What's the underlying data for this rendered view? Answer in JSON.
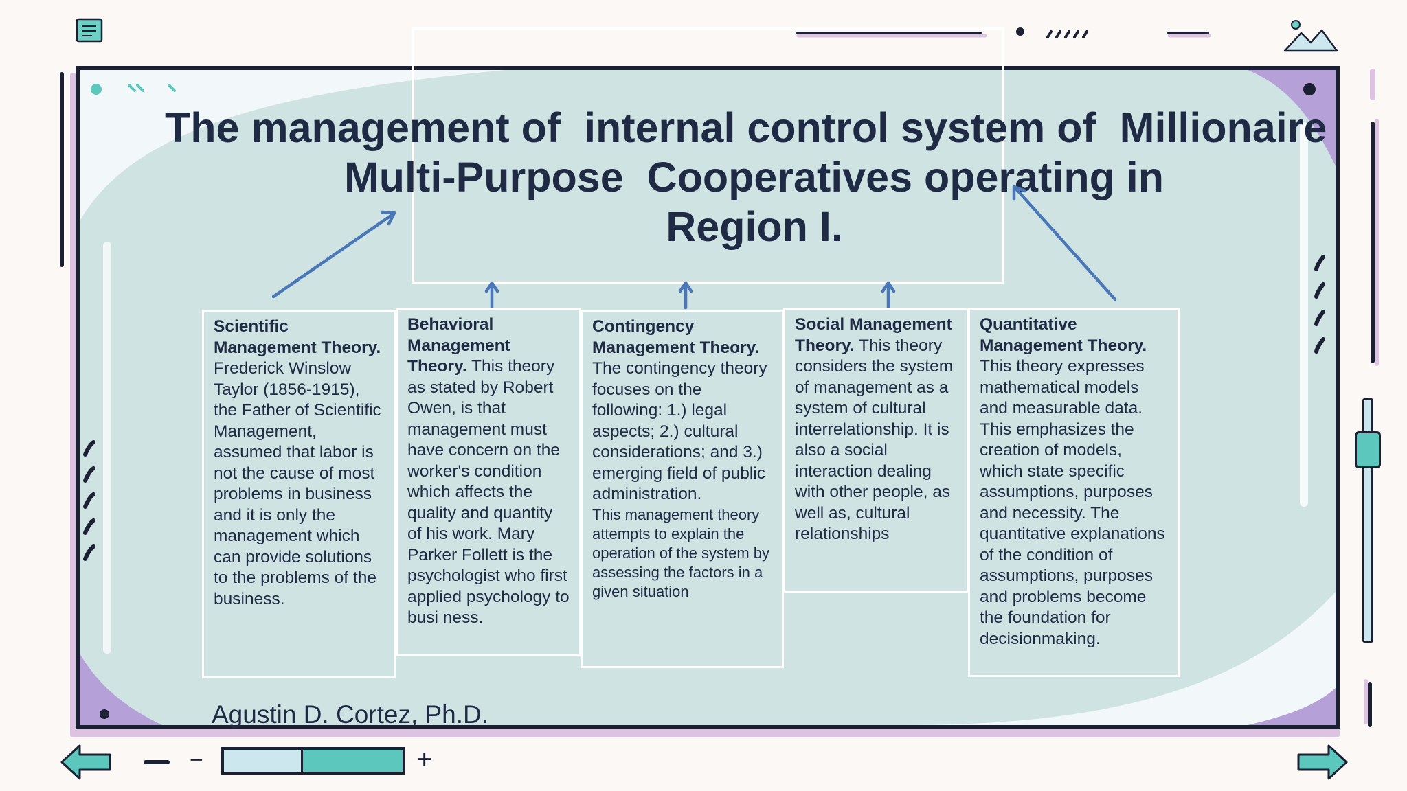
{
  "title": {
    "line1": "The management of  internal control system of  Millionaire",
    "line2": "Multi-Purpose  Cooperatives operating in",
    "line3": "Region I."
  },
  "cards": [
    {
      "heading": "Scientific Management Theory.",
      "body": " Frederick Winslow Taylor (1856-1915), the Father of Scientific Management, assumed that labor is not the cause of most problems in business and it is only the management which can provide  solutions to the  problems of the  business."
    },
    {
      "heading": "Behavioral Management Theory.",
      "body": " This theory as stated by Robert Owen, is that management must have concern on the worker's condition which affects the quality and quantity of his work. Mary Parker Follett is the psychologist who first applied psychology to busi ness."
    },
    {
      "heading": "Contingency Management Theory.",
      "body": " The contingency theory focuses on the following: 1.) legal aspects; 2.) cultural considerations; and 3.) emerging field of public  administration.",
      "body_small": "This  management theory  attempts to explain  the operation of the  system by assessing  the factors in a given  situation"
    },
    {
      "heading": "Social Management Theory.",
      "body": " This theory considers the system of management as a system of cultural interrelationship. It is also a social interaction dealing with other people, as well as, cultural relationships"
    },
    {
      "heading": "Quantitative Management Theory.",
      "body": " This theory expresses mathematical models and measurable data. This emphasizes the creation of models, which state specific assumptions, purposes and necessity. The quantitative explanations of the condition of assumptions, purposes and problems become the foundation for decisionmaking."
    }
  ],
  "author": "Agustin D. Cortez, Ph.D.",
  "controls": {
    "zoom_minus": "−",
    "zoom_plus": "+"
  },
  "colors": {
    "frame": "#1c2033",
    "slide_bg": "#cfe3e3",
    "accent_teal": "#5cc7bd",
    "arrow_blue": "#4a77b8",
    "lavender": "#b5a0d8"
  }
}
